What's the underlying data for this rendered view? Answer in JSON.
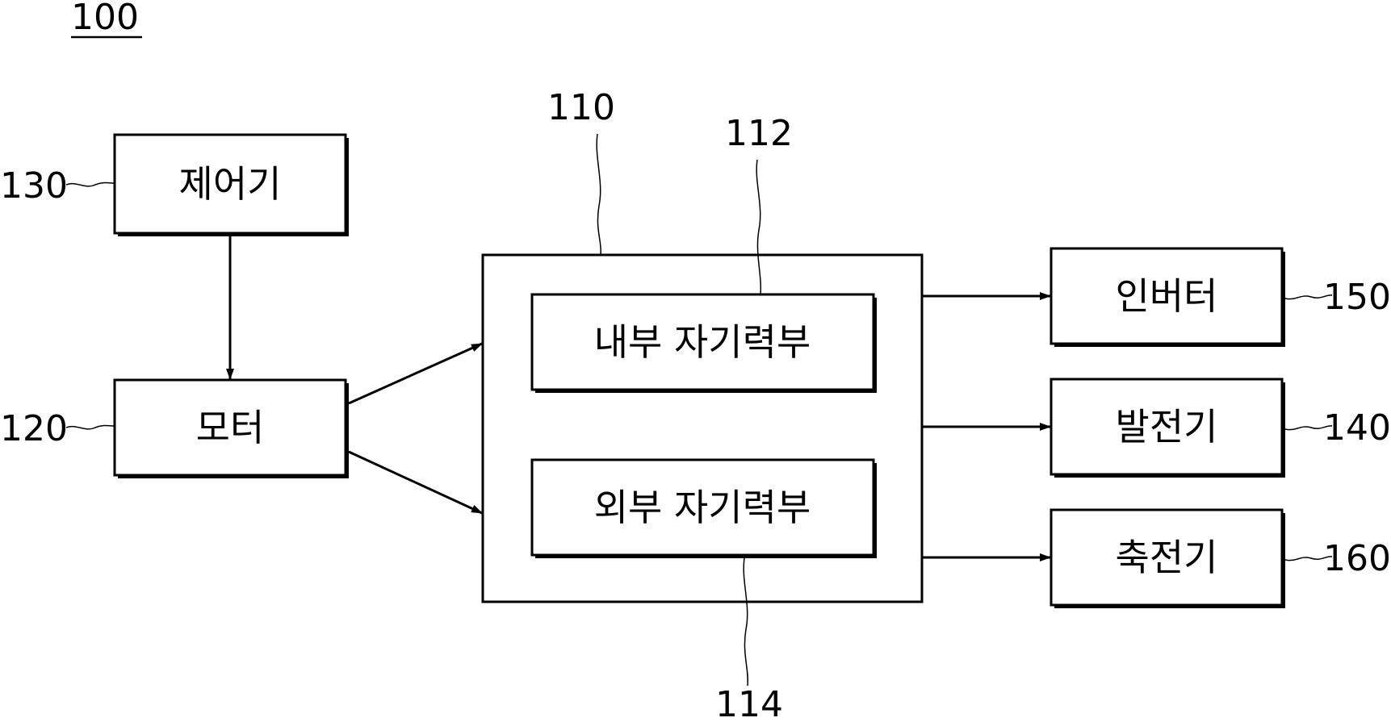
{
  "figure": {
    "number": "100"
  },
  "blocks": {
    "controller": {
      "ref": "130",
      "label": "제어기"
    },
    "motor": {
      "ref": "120",
      "label": "모터"
    },
    "magnetic_unit": {
      "ref": "110"
    },
    "inner_magnetic": {
      "ref": "112",
      "label": "내부 자기력부"
    },
    "outer_magnetic": {
      "ref": "114",
      "label": "외부 자기력부"
    },
    "inverter": {
      "ref": "150",
      "label": "인버터"
    },
    "generator": {
      "ref": "140",
      "label": "발전기"
    },
    "battery": {
      "ref": "160",
      "label": "축전기"
    }
  },
  "connections": [
    {
      "from": "controller",
      "to": "motor"
    },
    {
      "from": "motor",
      "to": "magnetic_unit"
    },
    {
      "from": "motor",
      "to": "magnetic_unit"
    },
    {
      "from": "magnetic_unit",
      "to": "inverter"
    },
    {
      "from": "magnetic_unit",
      "to": "generator"
    },
    {
      "from": "magnetic_unit",
      "to": "battery"
    }
  ]
}
